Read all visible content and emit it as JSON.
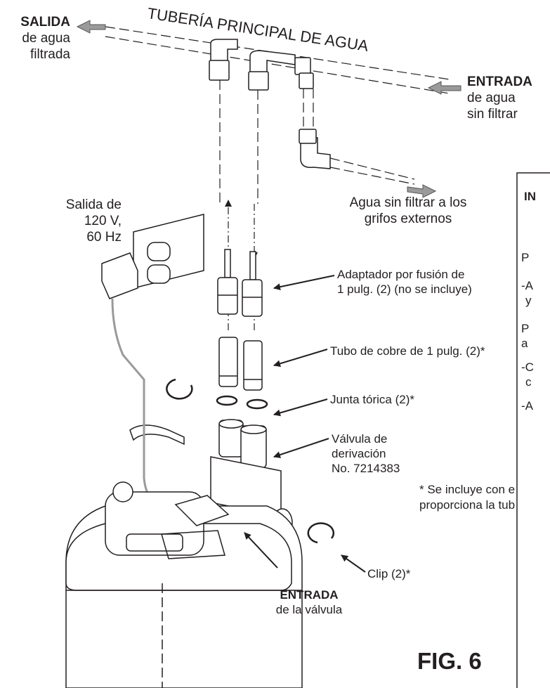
{
  "pipe_label": "TUBERÍA PRINCIPAL DE AGUA",
  "outlet": {
    "title": "SALIDA",
    "line1": "de agua",
    "line2": "filtrada"
  },
  "inlet": {
    "title": "ENTRADA",
    "line1": "de agua",
    "line2": "sin filtrar"
  },
  "outdoor": {
    "line1": "Agua sin filtrar a los",
    "line2": "grifos externos"
  },
  "power": {
    "line1": "Salida de",
    "line2": "120 V,",
    "line3": "60 Hz"
  },
  "parts": {
    "adapter": {
      "line1": "Adaptador por fusión de",
      "line2": "1 pulg. (2) (no se incluye)"
    },
    "copper": "Tubo de cobre de 1 pulg. (2)*",
    "oring": "Junta tórica (2)*",
    "valve": {
      "line1": "Válvula de",
      "line2": "derivación",
      "line3": "No. 7214383"
    },
    "clip": "Clip (2)*"
  },
  "valve_inlet": {
    "title": "ENTRADA",
    "line1": "de la válvula"
  },
  "side_panel": {
    "heading": "IN",
    "lines": [
      "P",
      "-A",
      "y",
      "P",
      "a",
      "-C",
      "c",
      "-A"
    ]
  },
  "footnote": {
    "line1": "* Se incluye con e",
    "line2": "proporciona la tub"
  },
  "figure_label": "FIG. 6"
}
